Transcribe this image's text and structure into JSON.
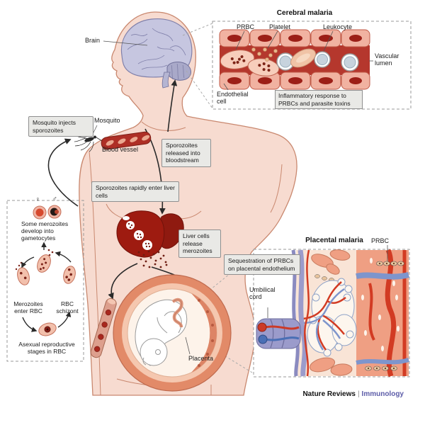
{
  "labels": {
    "brain": "Brain",
    "mosquito": "Mosquito",
    "blood_vessel": "Blood vessel",
    "placenta": "Placenta",
    "umbilical_cord": "Umbilical cord"
  },
  "callouts": {
    "mosquito_injects": "Mosquito injects sporozoites",
    "sporozoites_released": "Sporozoites released into bloodstream",
    "sporozoites_enter_liver": "Sporozoites rapidly enter liver cells",
    "liver_release": "Liver cells release merozoites",
    "sequestration": "Sequestration of PRBCs on placental endothelium"
  },
  "cerebral_inset": {
    "title": "Cerebral malaria",
    "labels": {
      "prbc": "PRBC",
      "platelet": "Platelet",
      "leukocyte": "Leukocyte",
      "vascular_lumen": "Vascular lumen",
      "endothelial_cell": "Endothelial cell"
    },
    "note": "Inflammatory response to PRBCs and parasite toxins"
  },
  "placental_inset": {
    "title": "Placental malaria",
    "labels": {
      "prbc": "PRBC"
    }
  },
  "lifecycle": {
    "female_symbol": "♀",
    "male_symbol": "♂",
    "gametocyte_text": "Some merozoites develop into gametocytes",
    "merozoites_enter_rbc": "Merozoites enter RBC",
    "rbc_schizont": "RBC schizont",
    "asexual_stages": "Asexual reproductive stages in RBC"
  },
  "footer": {
    "brand": "Nature Reviews",
    "separator": "|",
    "journal": "Immunology"
  },
  "colors": {
    "skin": "#f7dbd0",
    "skin_outline": "#c9886f",
    "brain_lavender": "#c6c6e0",
    "liver_red": "#9e1b10",
    "uterus_ring": "#e28a68",
    "vessel_lumen_red": "#b5372d",
    "callout_bg": "#e9e9e6",
    "artery_red": "#d23b23",
    "vein_blue": "#7e95cc",
    "cord_purple": "#9b9bcb",
    "intervillous_salmon": "#ef9f83",
    "journal_accent": "#5c5ca8"
  }
}
